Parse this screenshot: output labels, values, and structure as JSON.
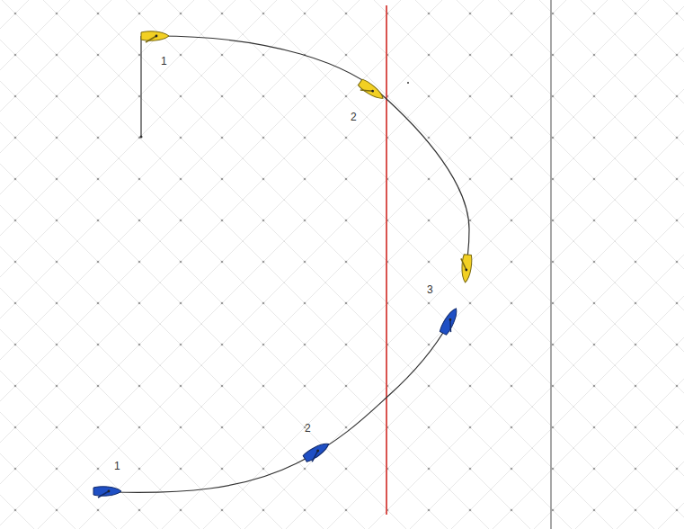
{
  "diagram": {
    "labels": [
      "1",
      "2",
      "1",
      "2",
      "3"
    ]
  }
}
